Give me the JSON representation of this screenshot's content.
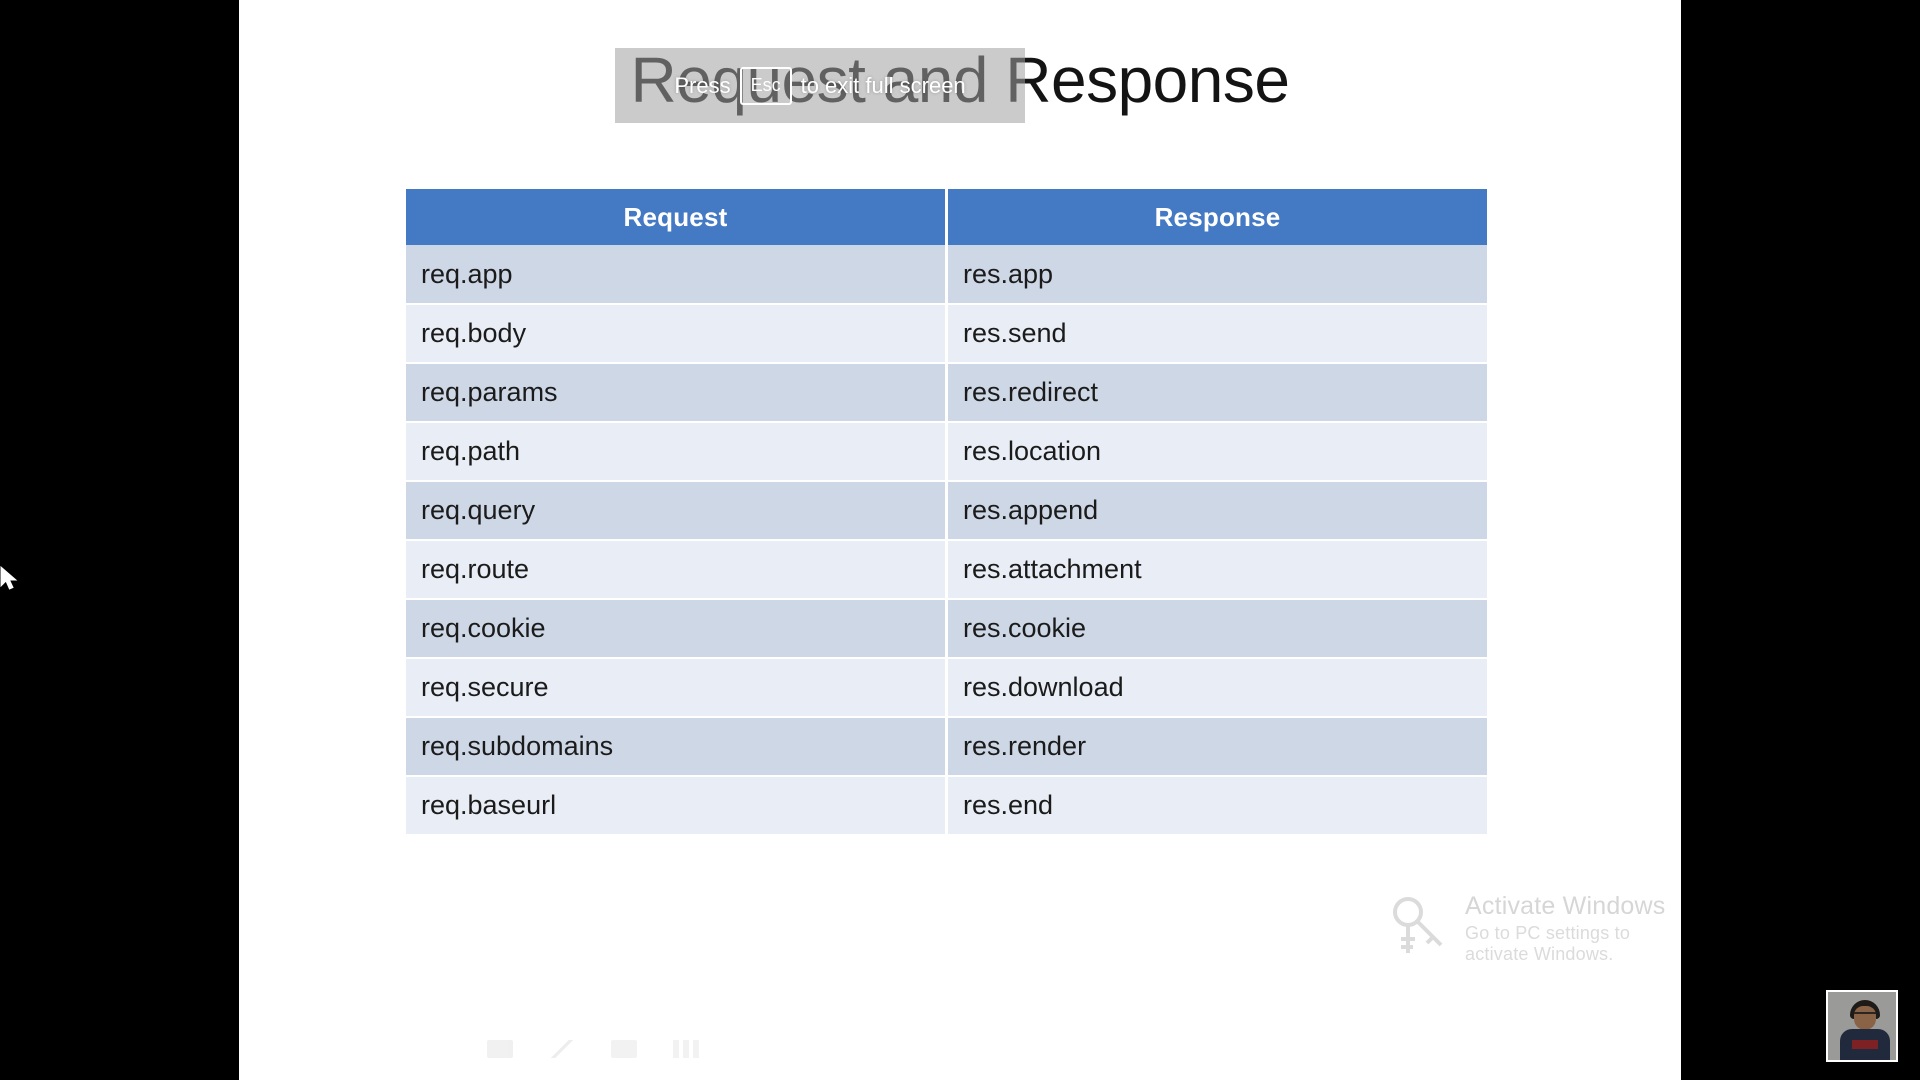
{
  "slide": {
    "title": "Request and Response",
    "table": {
      "headers": [
        "Request",
        "Response"
      ],
      "rows": [
        [
          "req.app",
          "res.app"
        ],
        [
          "req.body",
          "res.send"
        ],
        [
          "req.params",
          "res.redirect"
        ],
        [
          "req.path",
          "res.location"
        ],
        [
          "req.query",
          "res.append"
        ],
        [
          "req.route",
          "res.attachment"
        ],
        [
          "req.cookie",
          "res.cookie"
        ],
        [
          "req.secure",
          "res.download"
        ],
        [
          "req.subdomains",
          "res.render"
        ],
        [
          "req.baseurl",
          "res.end"
        ]
      ]
    }
  },
  "overlay": {
    "prefix": "Press",
    "key": "Esc",
    "suffix": "to exit full screen"
  },
  "watermark": {
    "title": "Activate Windows",
    "subtitle": "Go to PC settings to activate Windows.",
    "icon": "key-icon"
  },
  "presenter_toolbar": {
    "items": [
      {
        "icon": "laser-pointer-icon"
      },
      {
        "icon": "pen-icon"
      },
      {
        "icon": "slide-grid-icon"
      },
      {
        "icon": "more-options-icon"
      }
    ]
  },
  "webcam": {
    "label": "presenter-webcam"
  },
  "cursor": {
    "label": "mouse-pointer"
  },
  "colors": {
    "header_blue": "#4479c4",
    "row_odd": "#ced7e6",
    "row_even": "#e9edf5",
    "slide_background": "#ffffff",
    "screen_background": "#000000"
  }
}
